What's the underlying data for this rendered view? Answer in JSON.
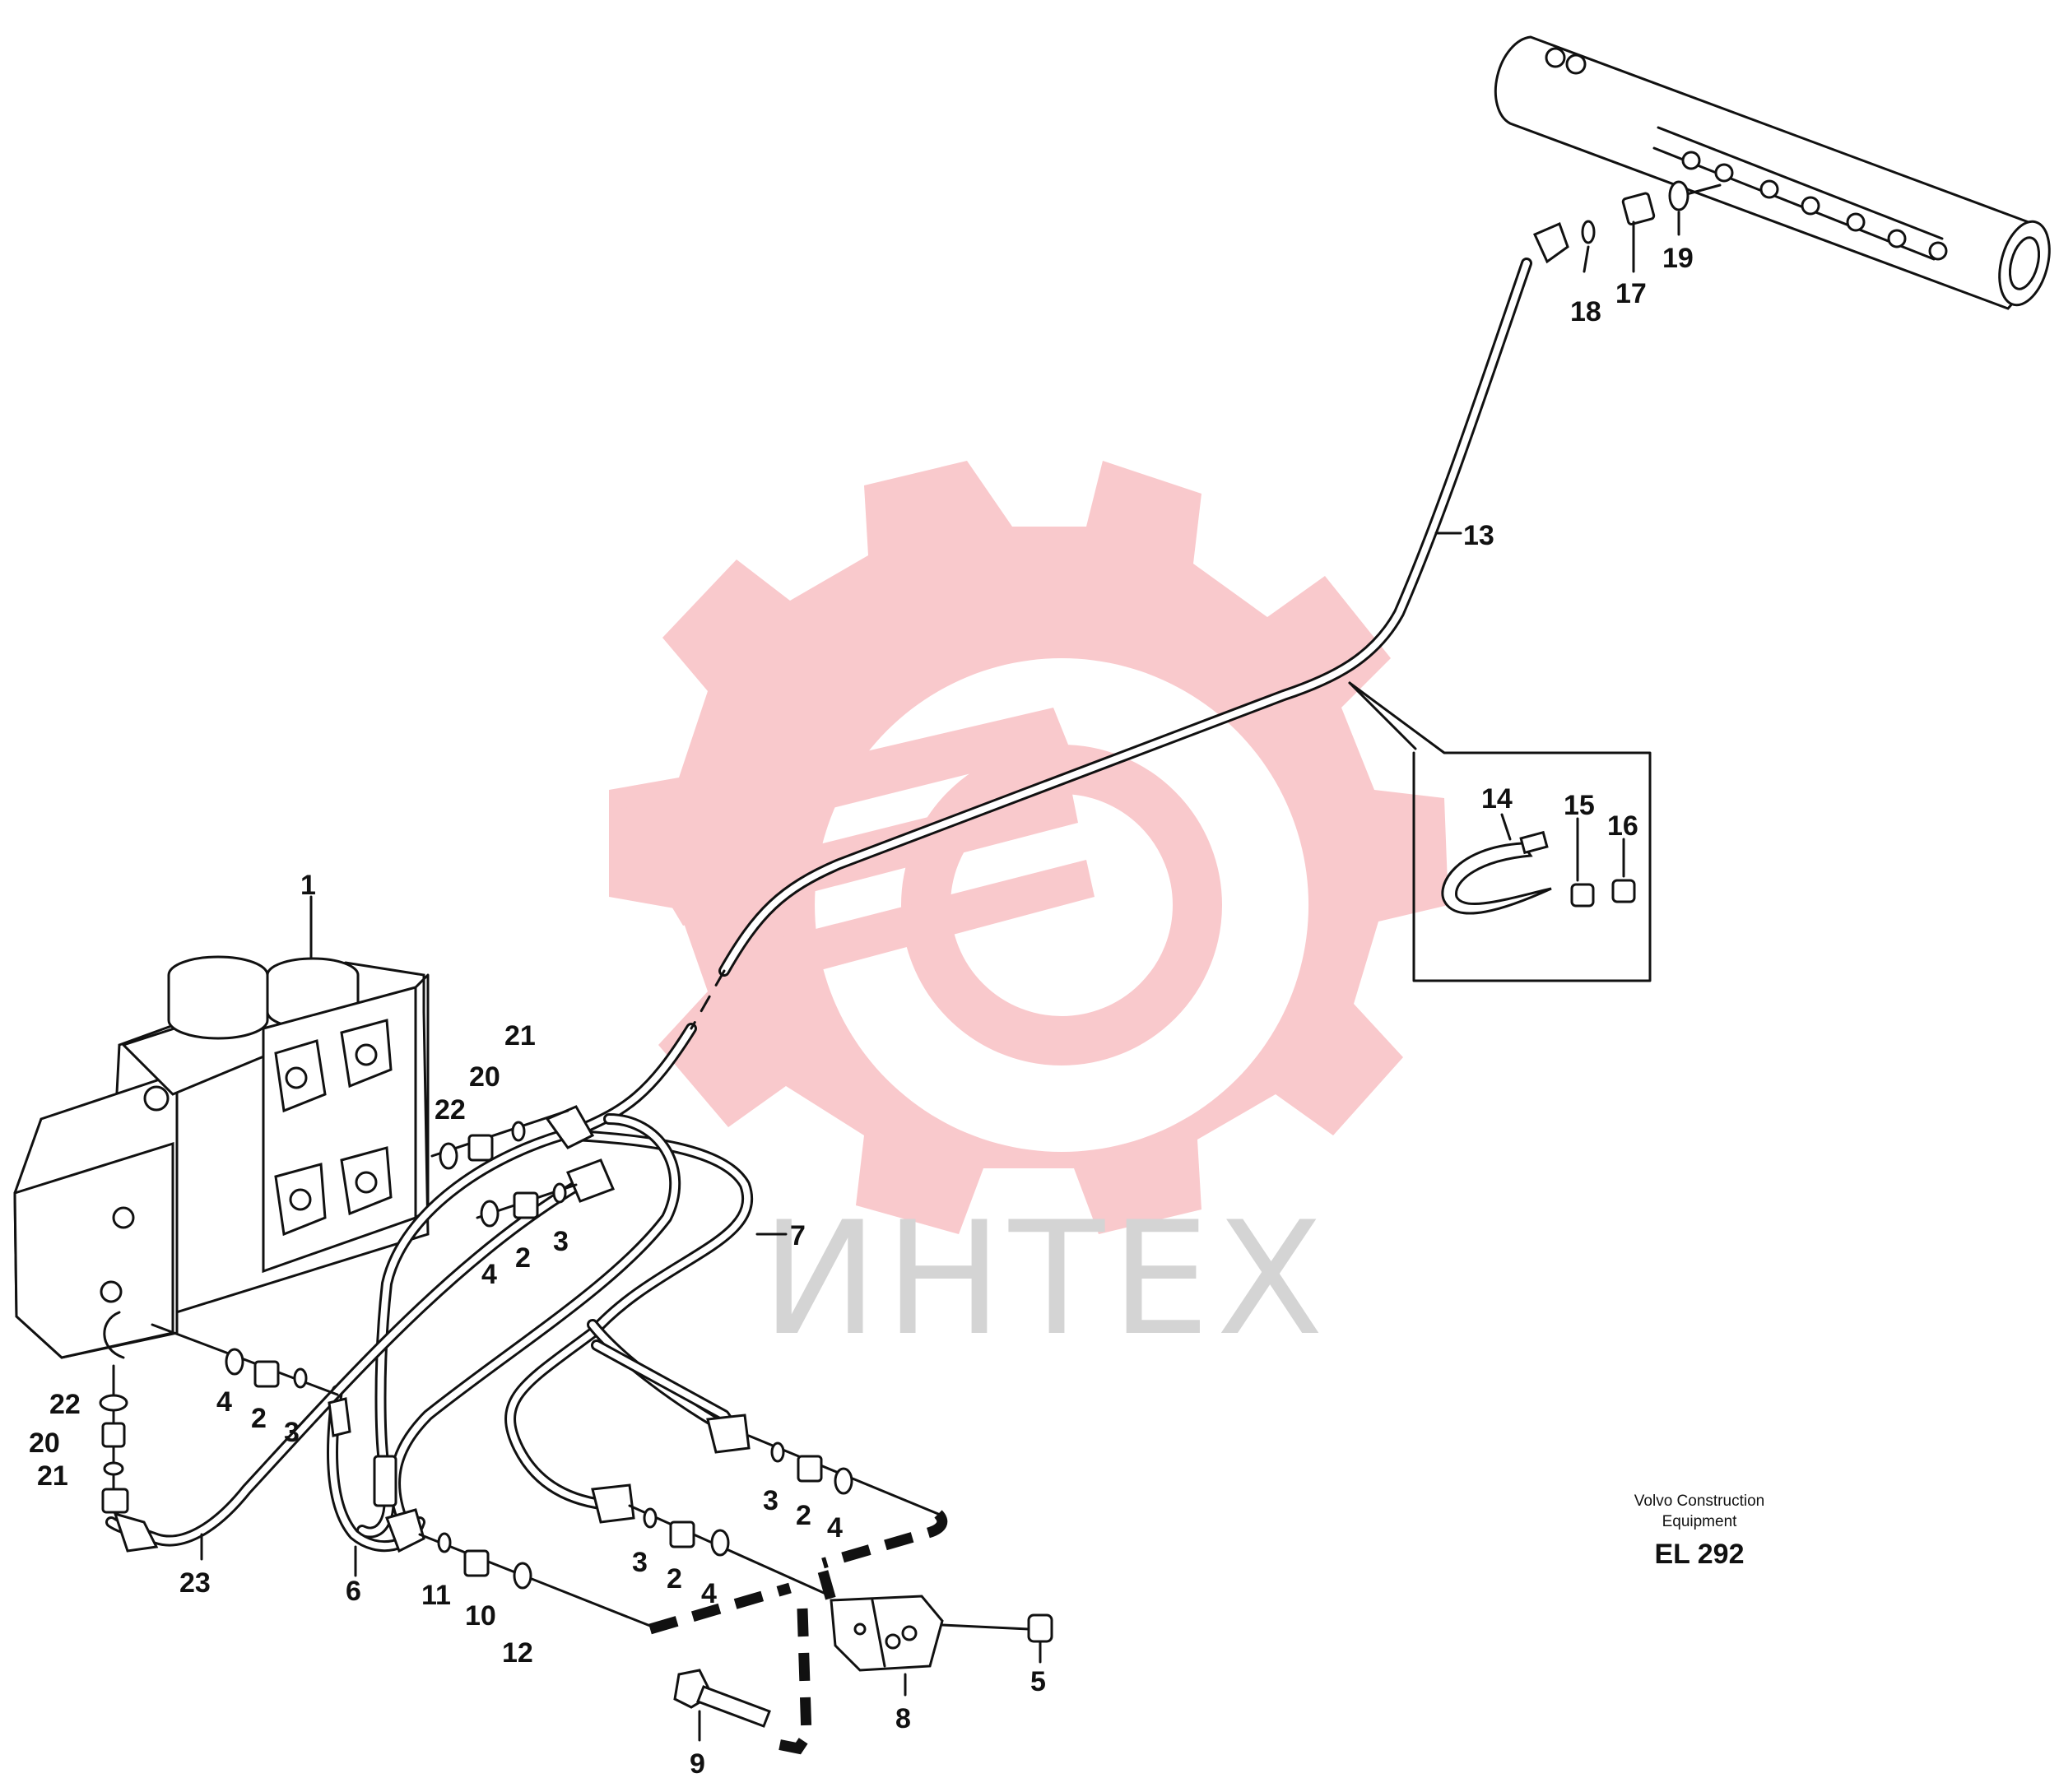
{
  "watermark": {
    "brand_text": "ИНТЕХ",
    "gear_color": "#f9c9cc",
    "text_color": "#d4d4d4"
  },
  "credit": {
    "line1": "Volvo Construction",
    "line2": "Equipment",
    "code": "EL 292"
  },
  "callouts": {
    "c1": "1",
    "c22a": "22",
    "c20a": "20",
    "c21a": "21",
    "c4a": "4",
    "c2a": "2",
    "c3a": "3",
    "c7": "7",
    "c13": "13",
    "c14": "14",
    "c15": "15",
    "c16": "16",
    "c17": "17",
    "c18": "18",
    "c19": "19",
    "c22b": "22",
    "c20b": "20",
    "c21b": "21",
    "c4b": "4",
    "c2b": "2",
    "c3b": "3",
    "c23": "23",
    "c6": "6",
    "c11": "11",
    "c10": "10",
    "c12": "12",
    "c3c": "3",
    "c2c": "2",
    "c4c": "4",
    "c3d": "3",
    "c2d": "2",
    "c4d": "4",
    "c8": "8",
    "c9": "9",
    "c5": "5"
  },
  "colors": {
    "ink": "#111111",
    "background": "#ffffff"
  }
}
